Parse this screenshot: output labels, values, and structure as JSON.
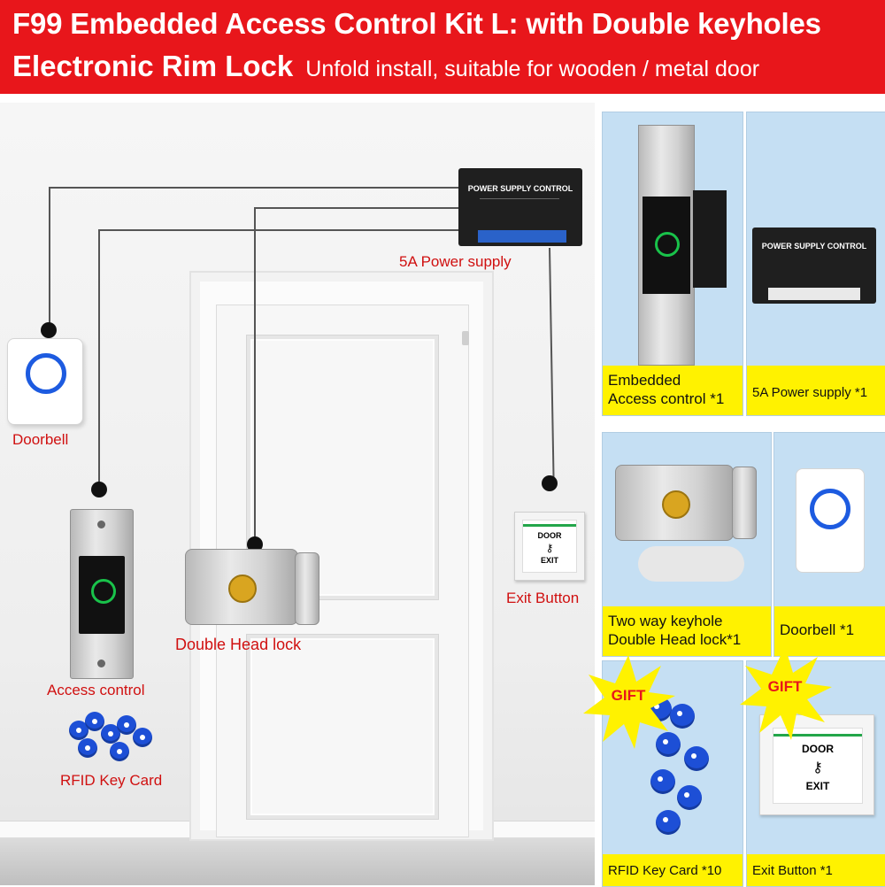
{
  "banner": {
    "line1": "F99 Embedded Access Control Kit L: with Double keyholes",
    "line2_bold": "Electronic  Rim Lock",
    "line2_rest": "Unfold install, suitable for wooden / metal door"
  },
  "colors": {
    "banner_red": "#e8161b",
    "label_red": "#d01010",
    "caption_yellow": "#fff200",
    "tile_blue": "#c5dff3",
    "key_blue": "#1d4fd6"
  },
  "diagram": {
    "power_supply": {
      "label": "5A Power supply",
      "device_title": "POWER SUPPLY CONTROL"
    },
    "doorbell": {
      "label": "Doorbell"
    },
    "access_control": {
      "label": "Access control"
    },
    "double_head_lock": {
      "label": "Double Head lock"
    },
    "exit_button": {
      "label": "Exit Button",
      "text_top": "DOOR",
      "text_bottom": "EXIT"
    },
    "rfid": {
      "label": "RFID Key Card"
    }
  },
  "kit_items": [
    {
      "caption_line1": "Embedded",
      "caption_line2": "Access control *1"
    },
    {
      "caption": "5A Power supply *1",
      "device_title": "POWER SUPPLY CONTROL"
    },
    {
      "caption_line1": "Two way keyhole",
      "caption_line2": "Double Head lock*1"
    },
    {
      "caption": "Doorbell *1"
    },
    {
      "caption": "RFID Key Card *10",
      "badge": "GIFT"
    },
    {
      "caption": "Exit Button *1",
      "badge": "GIFT",
      "text_top": "DOOR",
      "text_bottom": "EXIT"
    }
  ]
}
